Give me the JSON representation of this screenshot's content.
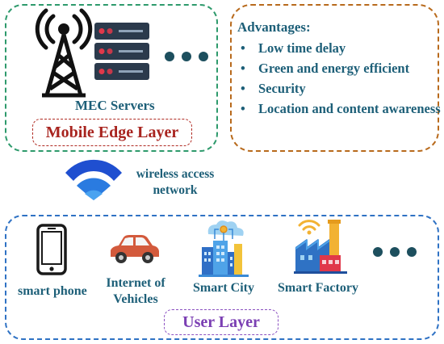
{
  "edge_layer": {
    "label": "Mobile Edge Layer",
    "servers_caption": "MEC Servers"
  },
  "advantages": {
    "title": "Advantages:",
    "items": [
      "Low time delay",
      "Green and energy efficient",
      "Security",
      "Location and content awareness"
    ]
  },
  "wireless": {
    "caption_line1": "wireless access",
    "caption_line2": "network"
  },
  "user_layer": {
    "label": "User Layer",
    "devices": [
      {
        "label": "smart phone"
      },
      {
        "label_line1": "Internet of",
        "label_line2": "Vehicles"
      },
      {
        "label": "Smart City"
      },
      {
        "label": "Smart Factory"
      }
    ]
  },
  "colors": {
    "edge_border": "#2e9a6c",
    "advantages_border": "#b86a1c",
    "user_border": "#2f72c4",
    "text_teal": "#1d5f78",
    "edge_label": "#a8241f",
    "user_label": "#7b3fb3"
  }
}
